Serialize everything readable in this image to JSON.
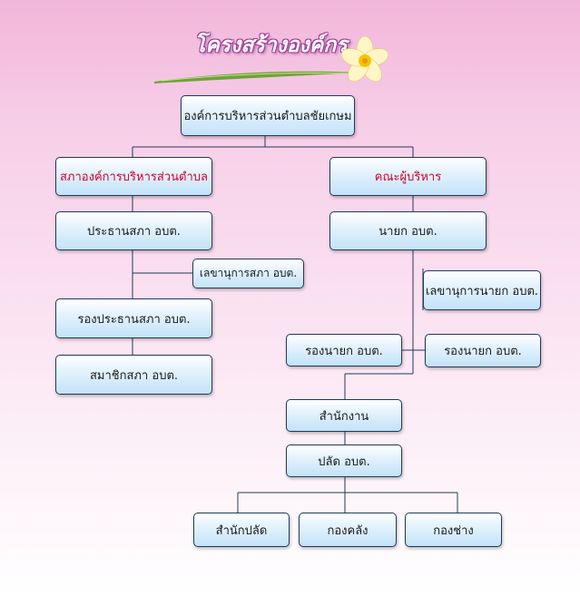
{
  "header": {
    "title": "โครงสร้างองค์กร"
  },
  "nodes": {
    "root": "องค์การบริหารส่วนตำบลชัยเกษม",
    "council": "สภาองค์การบริหารส่วนตำบล",
    "executive": "คณะผู้บริหาร",
    "council_president": "ประธานสภา อบต.",
    "council_secretary": "เลขานุการสภา อบต.",
    "vice_council_president": "รองประธานสภา อบต.",
    "council_member": "สมาชิกสภา อบต.",
    "mayor": "นายก อบต.",
    "mayor_secretary": "เลขานุการนายก อบต.",
    "deputy_mayor_1": "รองนายก อบต.",
    "deputy_mayor_2": "รองนายก อบต.",
    "office": "สำนักงาน",
    "chief_officer": "ปลัด อบต.",
    "chief_office": "สำนักปลัด",
    "finance_division": "กองคลัง",
    "engineering_division": "กองช่าง"
  },
  "colors": {
    "line": "#1f3a5a",
    "box_border": "#1f3a5a",
    "accent_text": "#d4002c",
    "title_outline": "#a03a9a"
  }
}
